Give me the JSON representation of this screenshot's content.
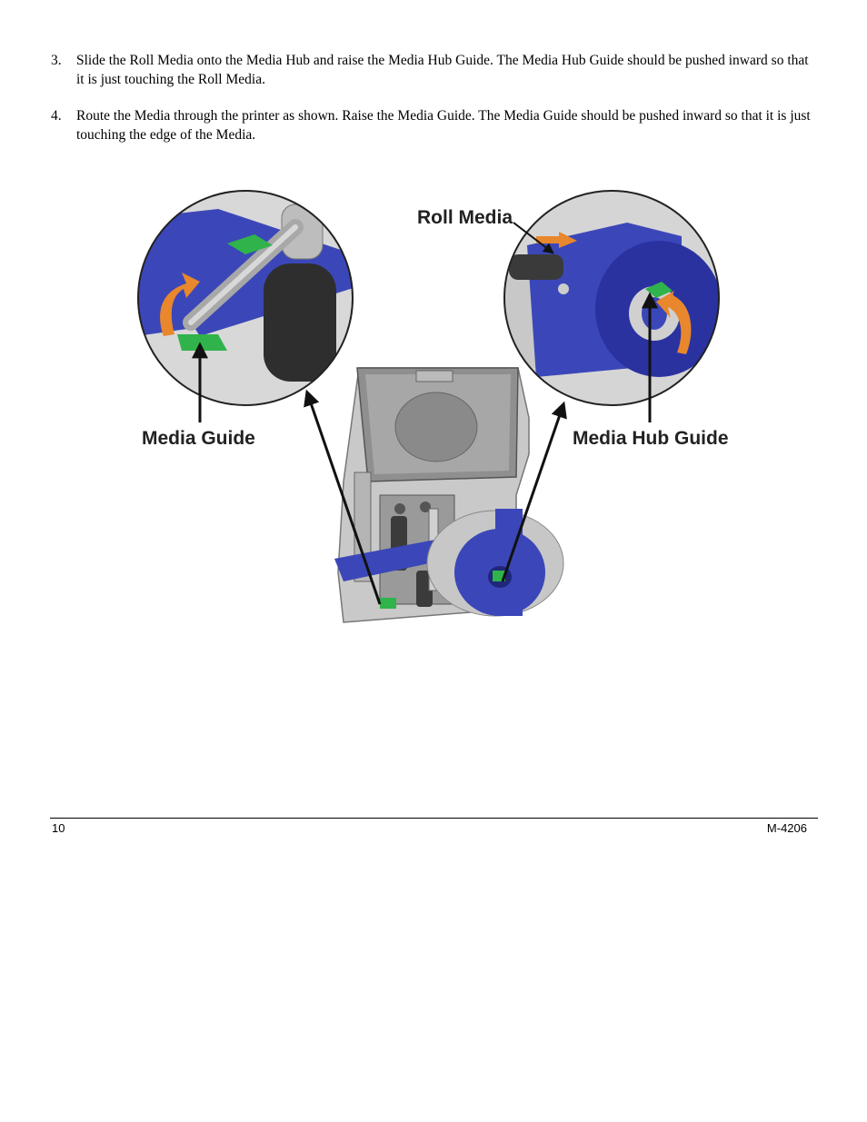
{
  "steps": [
    {
      "number": "3.",
      "text": "Slide the Roll Media onto the Media Hub and raise the Media Hub Guide.  The Media Hub Guide should be pushed inward so that it is just touching the Roll Media."
    },
    {
      "number": "4.",
      "text": "Route the Media through the printer as shown. Raise the Media Guide.  The Media Guide should be pushed inward so that it is just touching the edge of the Media."
    }
  ],
  "figure": {
    "labels": {
      "media_guide": "Media Guide",
      "roll_media": "Roll Media",
      "media_hub_guide": "Media Hub Guide"
    },
    "colors": {
      "media_blue": "#3b47b8",
      "guide_green": "#2fb34a",
      "arrow_orange": "#e8872c",
      "printer_gray": "#9a9a9a"
    }
  },
  "footer": {
    "page_number": "10",
    "doc_id": "M-4206"
  }
}
